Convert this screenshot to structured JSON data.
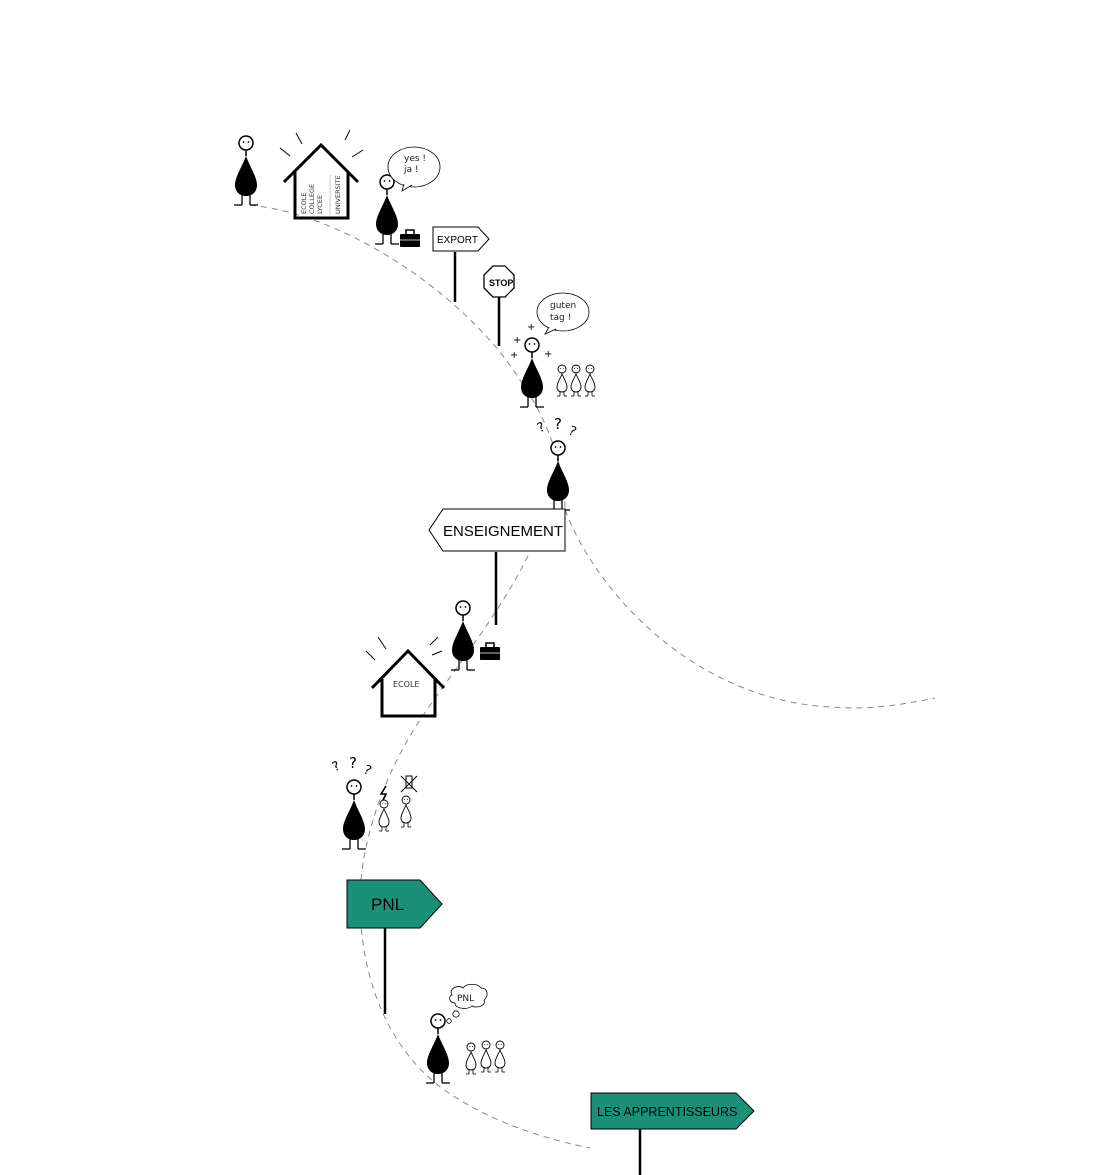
{
  "school_house_1": {
    "labels": [
      "ECOLE",
      "COLLEGE",
      "LYCEE",
      "UNIVERSITE"
    ]
  },
  "bubbles": {
    "yes": [
      "yes !",
      "ja !"
    ],
    "guten": [
      "guten",
      "tag !"
    ],
    "pnl_thought": "PNL"
  },
  "signs": {
    "export": "EXPORT",
    "stop": "STOP",
    "enseignement": "ENSEIGNEMENT",
    "ecole": "ECOLE",
    "pnl": "PNL",
    "apprentisseurs": "LES APPRENTISSEURS"
  },
  "colors": {
    "accent": "#1a9177",
    "ink": "#000000",
    "path": "#888888"
  },
  "icons": [
    "person-icon",
    "house-icon",
    "briefcase-icon",
    "speech-bubble-icon",
    "thought-bubble-icon",
    "question-mark-icon",
    "lightning-icon",
    "stop-sign-icon"
  ]
}
